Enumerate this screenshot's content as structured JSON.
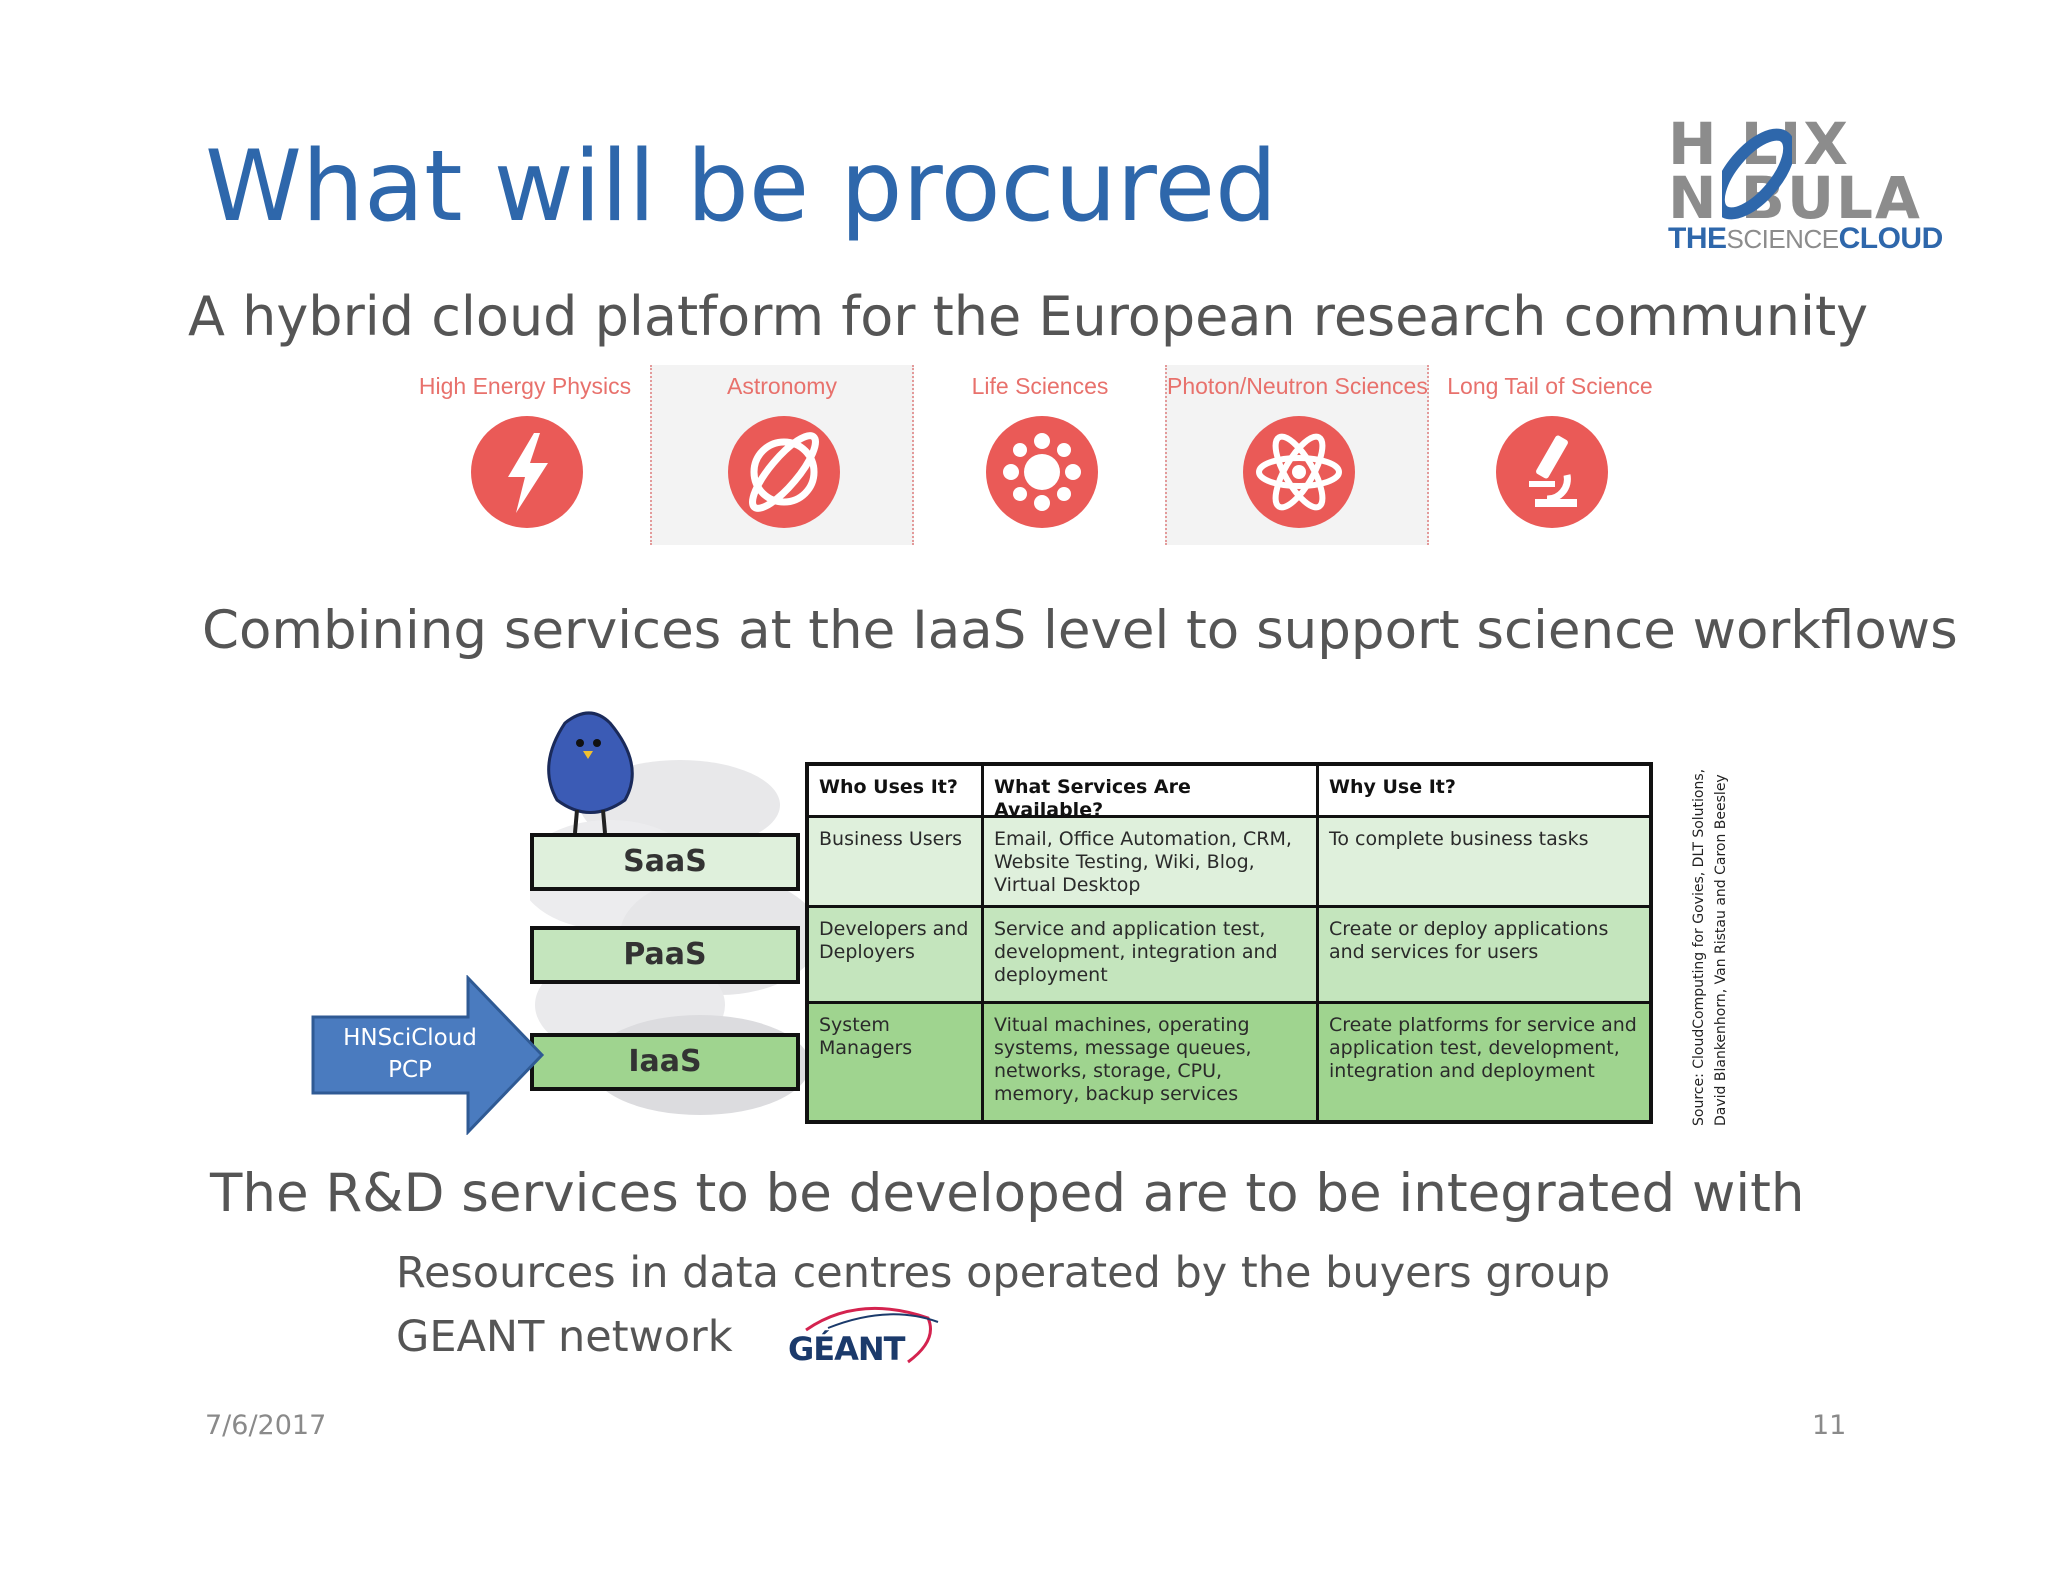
{
  "title": "What will be procured",
  "subtitle1": "A hybrid cloud platform for the European research community",
  "subtitle2": "Combining services at the IaaS level to support science workflows",
  "subtitle3": "The R&D services to be developed are to be integrated with",
  "bullets": [
    "Resources in data centres operated by the buyers group",
    "GEANT network"
  ],
  "logo": {
    "line1": "H LIX",
    "line2": "N BULA",
    "line3_a": "THE",
    "line3_b": "SCIENCE",
    "line3_c": "CLOUD"
  },
  "science_domains": [
    {
      "label": "High Energy Physics",
      "icon": "lightning-icon"
    },
    {
      "label": "Astronomy",
      "icon": "planet-icon"
    },
    {
      "label": "Life Sciences",
      "icon": "virus-icon"
    },
    {
      "label": "Photon/Neutron Sciences",
      "icon": "atom-icon"
    },
    {
      "label": "Long Tail of Science",
      "icon": "microscope-icon"
    }
  ],
  "cloud_table": {
    "headers": [
      "Who Uses It?",
      "What Services Are Available?",
      "Why Use It?"
    ],
    "rows": [
      {
        "layer": "SaaS",
        "who": "Business Users",
        "what": "Email, Office Automation, CRM, Website Testing, Wiki, Blog, Virtual Desktop",
        "why": "To complete business tasks"
      },
      {
        "layer": "PaaS",
        "who": "Developers and Deployers",
        "what": "Service and application test, development, integration and deployment",
        "why": "Create or deploy applications and services for users"
      },
      {
        "layer": "IaaS",
        "who": "System Managers",
        "what": "Vitual machines, operating systems, message queues, networks, storage, CPU, memory, backup services",
        "why": "Create platforms for service and application test, development, integration and deployment"
      }
    ]
  },
  "arrow_label": {
    "line1": "HNSciCloud",
    "line2": "PCP"
  },
  "source": {
    "line1": "Source: CloudComputing for Govies, DLT Solutions,",
    "line2": "David Blankenhorn, Van Ristau and Caron Beesley"
  },
  "geant_logo": "GÉANT",
  "footer": {
    "date": "7/6/2017",
    "page": "11"
  },
  "colors": {
    "title": "#2e67ab",
    "icon_red": "#ea5a57",
    "table_green_light": "#dff0dc",
    "table_green_mid": "#c4e5bd",
    "table_green_dark": "#9fd48f",
    "arrow_blue": "#4a7bbf"
  }
}
